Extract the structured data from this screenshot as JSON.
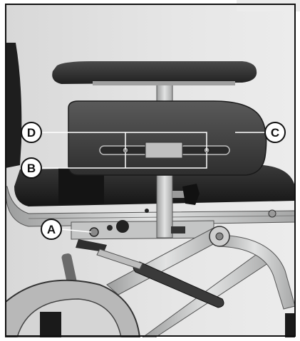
{
  "figure": {
    "callouts": [
      {
        "id": "D",
        "label": "D"
      },
      {
        "id": "C",
        "label": "C"
      },
      {
        "id": "B",
        "label": "B"
      },
      {
        "id": "A",
        "label": "A"
      }
    ],
    "colors": {
      "background": "#e3e3e3",
      "frame": "#111111",
      "metal": "#cfd0d0",
      "cushion": "#3a3a3a",
      "seat_dark": "#1f1f1f",
      "callout_fill": "#ffffff"
    }
  }
}
